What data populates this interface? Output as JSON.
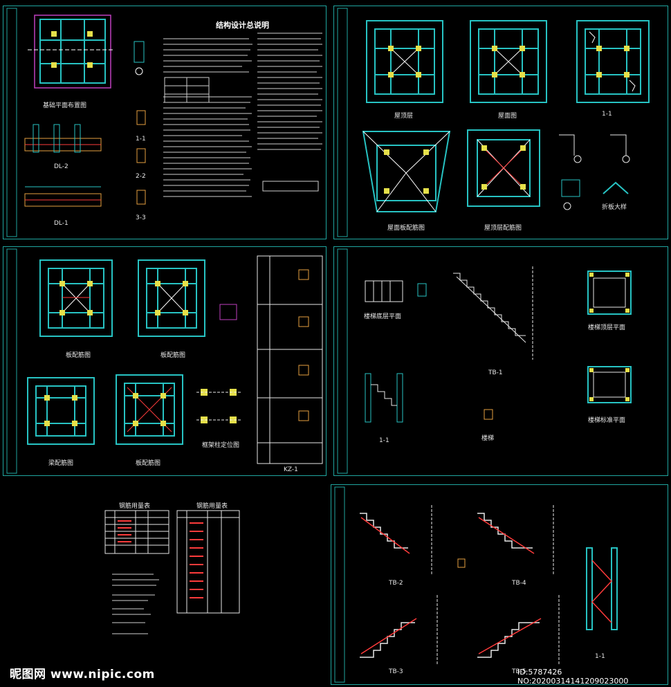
{
  "drawing_set": {
    "sheet1": {
      "title": "结构设计总说明",
      "labels": [
        "基础平面布置图",
        "DL-2",
        "DL-1",
        "1-1",
        "2-2",
        "3-3"
      ]
    },
    "sheet2": {
      "labels": [
        "屋顶层",
        "屋面图",
        "1-1",
        "屋面板配筋图",
        "屋顶层配筋图",
        "折板大样"
      ]
    },
    "sheet3": {
      "labels": [
        "板配筋图",
        "板配筋图",
        "梁配筋图",
        "板配筋图",
        "框架柱定位图",
        "KZ-1"
      ]
    },
    "sheet4": {
      "labels": [
        "楼梯底层平面",
        "楼梯顶层平面",
        "TB-1",
        "1-1",
        "楼梯",
        "楼梯标准平面"
      ]
    },
    "sheet5": {
      "labels": [
        "钢筋用量表",
        "钢筋用量表"
      ]
    },
    "sheet6": {
      "labels": [
        "TB-2",
        "TB-3",
        "TB-4",
        "TB-5",
        "1-1"
      ]
    }
  },
  "watermark": {
    "left": "昵图网 www.nipic.com",
    "right": "ID:5787426 NO:20200314141209023000"
  },
  "colors": {
    "frame": "#1fa6a0",
    "beam": "#27c3c3",
    "column": "#e6e04a",
    "rebar": "#ff3b3b",
    "text": "#e8e8e8",
    "bg": "#000000"
  }
}
